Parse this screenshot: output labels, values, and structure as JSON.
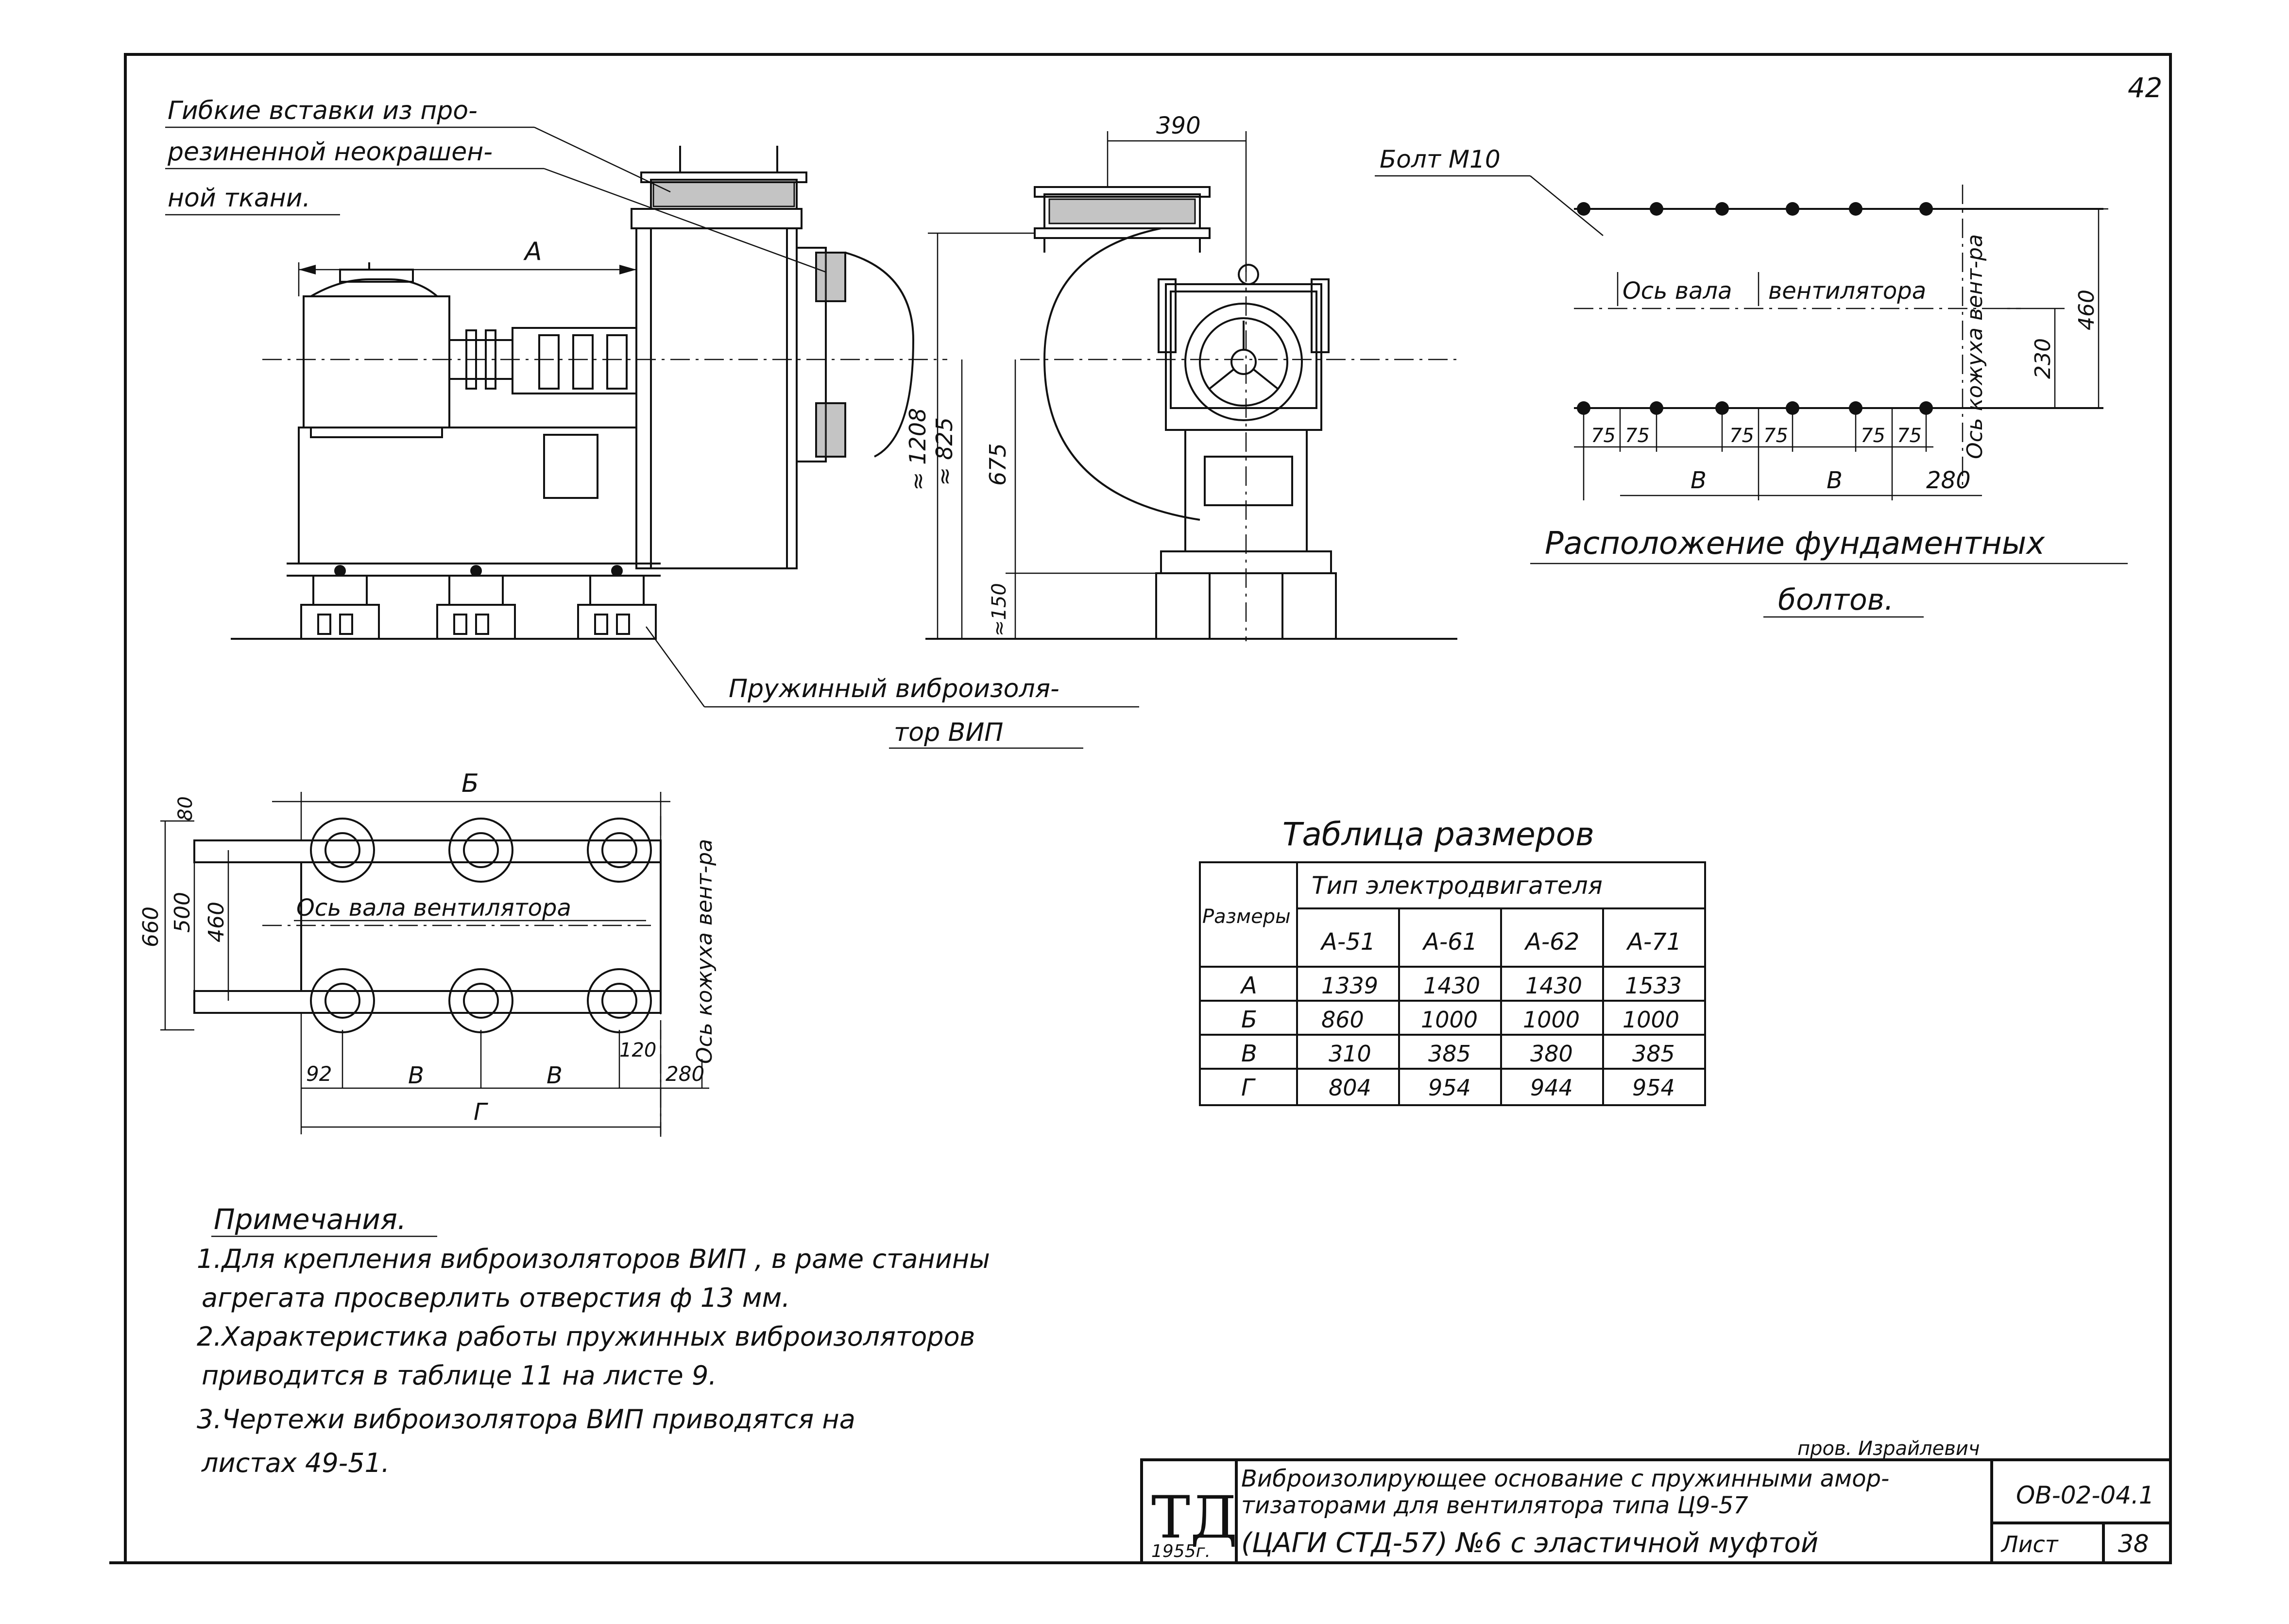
{
  "sheet": {
    "page_number": "42",
    "sheet_label": "Лист",
    "sheet_number": "38",
    "doc_code": "ОВ-02-04.1",
    "stamp_logo": "ТД",
    "stamp_year": "1955г.",
    "checked_note": "пров. Израйлевич",
    "title_line1": "Виброизолирующее основание с пружинными амор-",
    "title_line2": "тизаторами для вентилятора типа  Ц9-57",
    "title_line3": "(ЦАГИ СТД-57) №6 с эластичной муфтой"
  },
  "callouts": {
    "flex_inserts_1": "Гибкие вставки из про-",
    "flex_inserts_2": "резиненной неокрашен-",
    "flex_inserts_3": "ной ткани.",
    "isolator_1": "Пружинный виброизоля-",
    "isolator_2": "тор  ВИП",
    "bolt": "Болт М10"
  },
  "side_view": {
    "dim_a": "А",
    "dim_1208": "≈ 1208",
    "dim_825": "≈ 825",
    "dim_150": "≈150"
  },
  "front_view": {
    "dim_390": "390",
    "dim_675": "675"
  },
  "bolt_plan": {
    "shaft_axis": "Ось вала",
    "shaft_axis_2": "вентилятора",
    "casing_axis": "Ось кожуха вент-ра",
    "dim_460": "460",
    "dim_230": "230",
    "dim_75": "75",
    "dim_v": "В",
    "dim_280": "280",
    "caption_1": "Расположение фундаментных",
    "caption_2": "болтов."
  },
  "base_plan": {
    "dim_b": "Б",
    "dim_80": "80",
    "dim_660": "660",
    "dim_500": "500",
    "dim_460": "460",
    "shaft_axis": "Ось вала вентилятора",
    "casing_axis": "Ось кожуха вент-ра",
    "dim_120": "120",
    "dim_92": "92",
    "dim_v": "В",
    "dim_280": "280",
    "dim_g": "Г"
  },
  "table": {
    "caption": "Таблица размеров",
    "row_header": "Размеры",
    "group_header": "Тип электродвигателя",
    "columns": [
      "А-51",
      "А-61",
      "А-62",
      "А-71"
    ],
    "rows": [
      {
        "label": "А",
        "values": [
          "1339",
          "1430",
          "1430",
          "1533"
        ]
      },
      {
        "label": "Б",
        "values": [
          "860",
          "1000",
          "1000",
          "1000"
        ]
      },
      {
        "label": "В",
        "values": [
          "310",
          "385",
          "380",
          "385"
        ]
      },
      {
        "label": "Г",
        "values": [
          "804",
          "954",
          "944",
          "954"
        ]
      }
    ]
  },
  "notes": {
    "heading": "Примечания.",
    "lines": [
      "1.Для крепления виброизоляторов ВИП  , в раме станины",
      "агрегата просверлить отверстия ф 13 мм.",
      "2.Характеристика работы пружинных виброизоляторов",
      "приводится в таблице  11 на листе 9.",
      "3.Чертежи виброизолятора ВИП  приводятся  на",
      "листах 49-51."
    ]
  }
}
